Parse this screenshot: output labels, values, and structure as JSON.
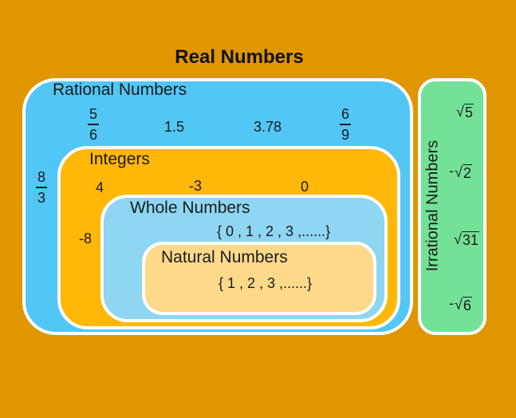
{
  "title": "Real Numbers",
  "rational": {
    "label": "Rational Numbers",
    "values": {
      "v1_5": "1.5",
      "v3_78": "3.78"
    },
    "fractions": [
      {
        "num": "5",
        "den": "6"
      },
      {
        "num": "6",
        "den": "9"
      },
      {
        "num": "8",
        "den": "3"
      }
    ]
  },
  "integers": {
    "label": "Integers",
    "values": [
      "4",
      "-3",
      "0",
      "-8"
    ]
  },
  "whole": {
    "label": "Whole Numbers",
    "set": "{ 0 , 1 , 2 , 3 ,......}"
  },
  "natural": {
    "label": "Natural Numbers",
    "set": "{ 1 , 2 , 3 ,......}"
  },
  "irrational": {
    "label": "Irrational Numbers",
    "roots": [
      {
        "sign": "",
        "radical": "√",
        "arg": "5"
      },
      {
        "sign": "-",
        "radical": "√",
        "arg": "2"
      },
      {
        "sign": "",
        "radical": "√",
        "arg": "31"
      },
      {
        "sign": "-",
        "radical": "√",
        "arg": "6"
      }
    ]
  },
  "colors": {
    "background": "#E09600",
    "rational": "#52C7F5",
    "integers": "#FFB808",
    "whole": "#8ED6F2",
    "natural": "#FFD98A",
    "irrational": "#73E298"
  }
}
